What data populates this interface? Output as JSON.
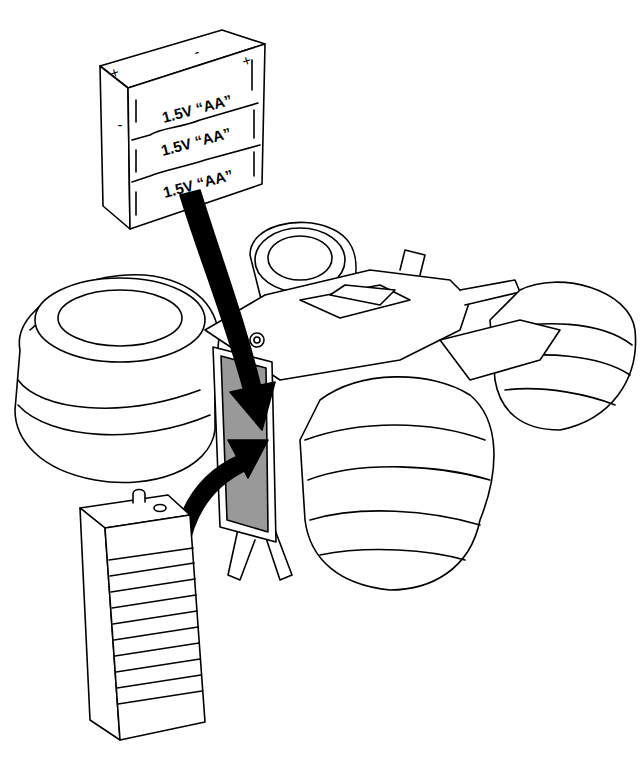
{
  "diagram": {
    "labels": [
      "+",
      "-",
      "+",
      "-",
      "1.5V “AA”",
      "1.5V “AA”",
      "1.5V “AA”"
    ]
  }
}
